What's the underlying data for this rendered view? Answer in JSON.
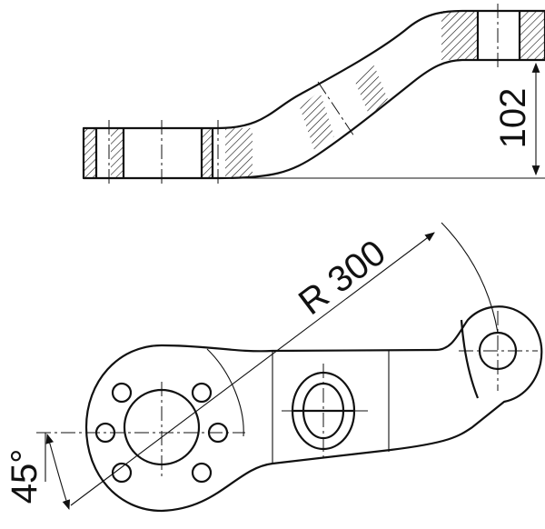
{
  "drawing": {
    "fill_color": "#6fd1f0",
    "line_color": "#111111",
    "dimensions": {
      "height": "102",
      "radius": "R 300",
      "angle": "45°"
    }
  }
}
